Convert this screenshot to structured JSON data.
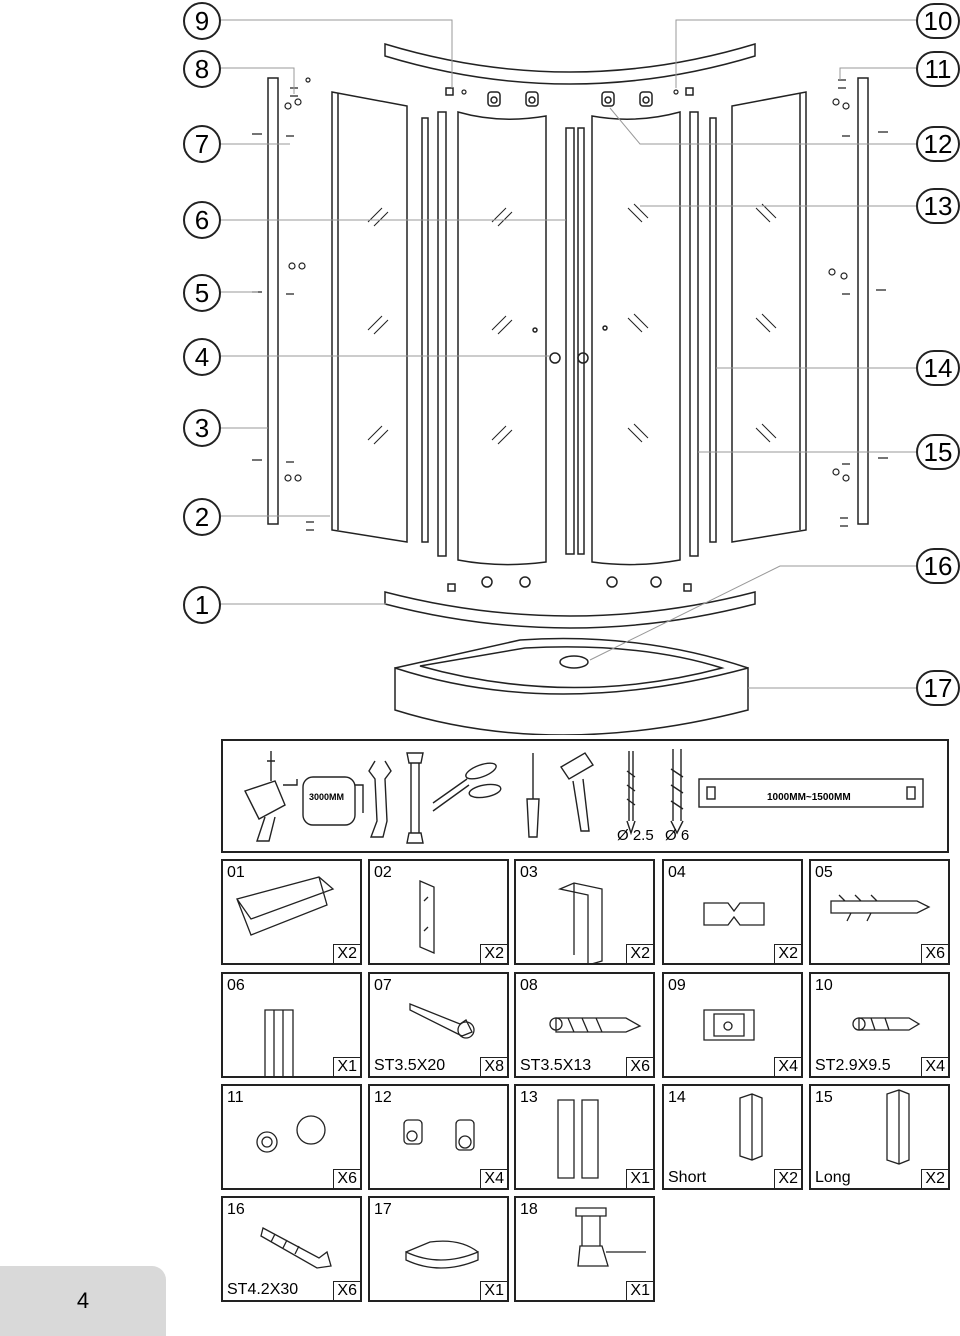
{
  "callouts_left": [
    "9",
    "8",
    "7",
    "6",
    "5",
    "4",
    "3",
    "2",
    "1"
  ],
  "callouts_right": [
    "10",
    "11",
    "12",
    "13",
    "14",
    "15",
    "16",
    "17"
  ],
  "tools": {
    "tape_label": "3000MM",
    "level_label": "1000MM~1500MM",
    "drill_small": "Ø 2.5",
    "drill_large": "Ø 6"
  },
  "parts": [
    {
      "num": "01",
      "qty": "X2",
      "spec": ""
    },
    {
      "num": "02",
      "qty": "X2",
      "spec": ""
    },
    {
      "num": "03",
      "qty": "X2",
      "spec": ""
    },
    {
      "num": "04",
      "qty": "X2",
      "spec": ""
    },
    {
      "num": "05",
      "qty": "X6",
      "spec": ""
    },
    {
      "num": "06",
      "qty": "X1",
      "spec": ""
    },
    {
      "num": "07",
      "qty": "X8",
      "spec": "ST3.5X20"
    },
    {
      "num": "08",
      "qty": "X6",
      "spec": "ST3.5X13"
    },
    {
      "num": "09",
      "qty": "X4",
      "spec": ""
    },
    {
      "num": "10",
      "qty": "X4",
      "spec": "ST2.9X9.5"
    },
    {
      "num": "11",
      "qty": "X6",
      "spec": ""
    },
    {
      "num": "12",
      "qty": "X4",
      "spec": ""
    },
    {
      "num": "13",
      "qty": "X1",
      "spec": ""
    },
    {
      "num": "14",
      "qty": "X2",
      "spec": "Short"
    },
    {
      "num": "15",
      "qty": "X2",
      "spec": "Long"
    },
    {
      "num": "16",
      "qty": "X6",
      "spec": "ST4.2X30"
    },
    {
      "num": "17",
      "qty": "X1",
      "spec": ""
    },
    {
      "num": "18",
      "qty": "X1",
      "spec": ""
    }
  ],
  "page_number": "4"
}
